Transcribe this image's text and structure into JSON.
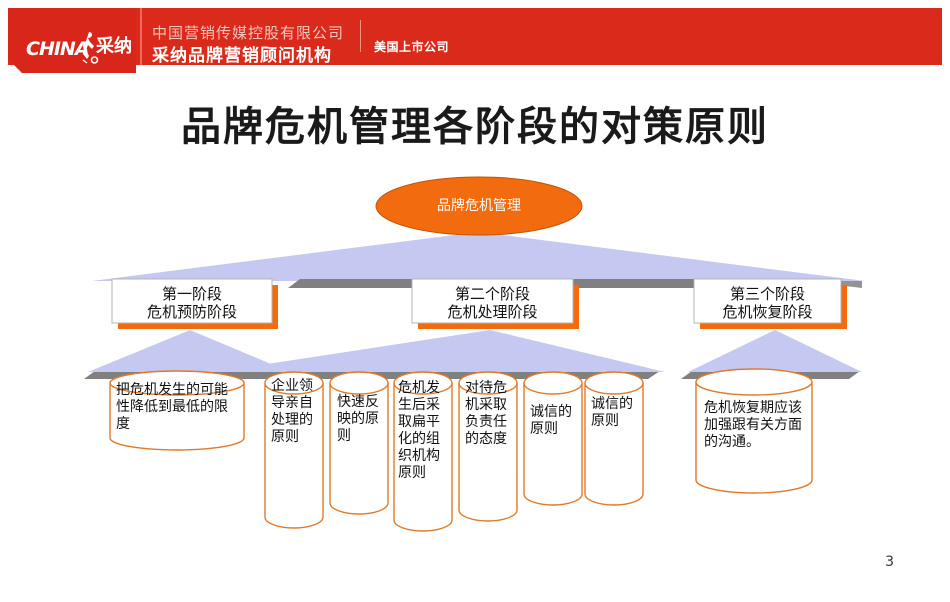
{
  "header": {
    "logo_mark": "CHINA",
    "logo_cn": "采纳",
    "company_line1": "中国营销传媒控股有限公司",
    "company_line2": "采纳品牌营销顾问机构",
    "badge": "美国上市公司",
    "brand_red": "#d92a1c"
  },
  "title": "品牌危机管理各阶段的对策原则",
  "diagram": {
    "root": {
      "label": "品牌危机管理",
      "fill": "#f26b0f"
    },
    "stages": [
      {
        "line1": "第一阶段",
        "line2": "危机预防阶段"
      },
      {
        "line1": "第二个阶段",
        "line2": "危机处理阶段"
      },
      {
        "line1": "第三个阶段",
        "line2": "危机恢复阶段"
      }
    ],
    "principles": [
      {
        "text": "把危机发生的可能性降低到最低的限度",
        "group": 1
      },
      {
        "text": "企业领导亲自处理的原则",
        "group": 2
      },
      {
        "text": "快速反映的原则",
        "group": 2
      },
      {
        "text": "危机发生后采取扁平化的组织机构原则",
        "group": 2
      },
      {
        "text": "对待危机采取负责任的态度",
        "group": 2
      },
      {
        "text": "诚信的原则",
        "group": 2
      },
      {
        "text": "诚信的原则",
        "group": 2
      },
      {
        "text": "危机恢复期应该加强跟有关方面的沟通。",
        "group": 3
      }
    ],
    "colors": {
      "arrow_fill": "#c5c8f0",
      "arrow_shadow": "#808080",
      "cylinder_stroke": "#e07a28",
      "box_stroke": "#b0b0b0",
      "box_accent": "#f26b0f"
    }
  },
  "page_number": "3"
}
